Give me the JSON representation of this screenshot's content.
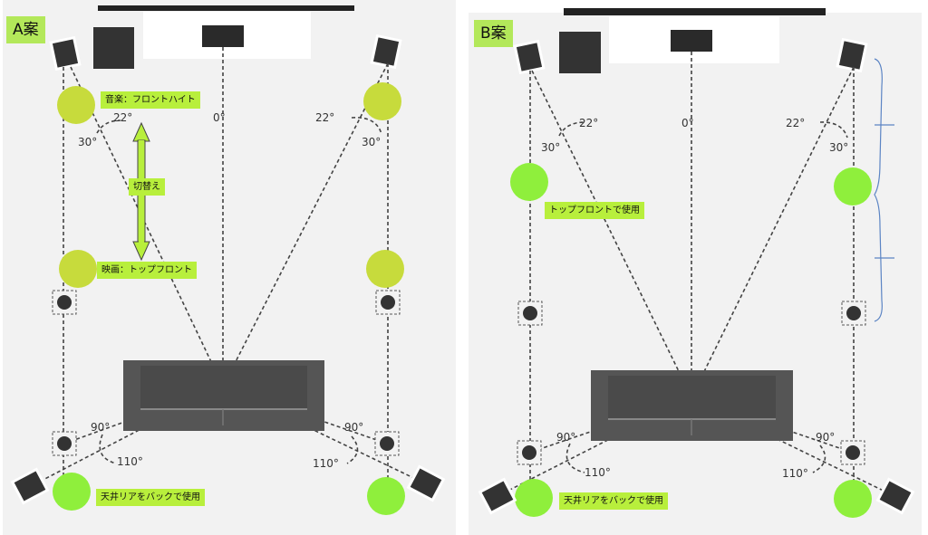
{
  "plans": [
    {
      "id": "a",
      "title": "A案",
      "labels": {
        "music": "音楽：フロントハイト",
        "switch": "切替え",
        "movie": "映画：トップフロント",
        "rear": "天井リアをバックで使用"
      },
      "angles": {
        "zero": "0°",
        "left22": "22°",
        "left30": "30°",
        "right22": "22°",
        "right30": "30°",
        "left90": "90°",
        "left110": "110°",
        "right90": "90°",
        "right110": "110°"
      }
    },
    {
      "id": "b",
      "title": "B案",
      "labels": {
        "top_front": "トップフロントで使用",
        "rear": "天井リアをバックで使用"
      },
      "angles": {
        "zero": "0°",
        "left22": "22°",
        "left30": "30°",
        "right22": "22°",
        "right30": "30°",
        "left90": "90°",
        "left110": "110°",
        "right90": "90°",
        "right110": "110°"
      }
    }
  ],
  "colors": {
    "panel_bg": "#f2f2f2",
    "label_bg": "#b8ef3c",
    "circle_a": "#c7db3c",
    "circle_b": "#8fef3c",
    "speaker": "#333333",
    "sofa": "#555555",
    "bracket": "#5b84c4"
  }
}
